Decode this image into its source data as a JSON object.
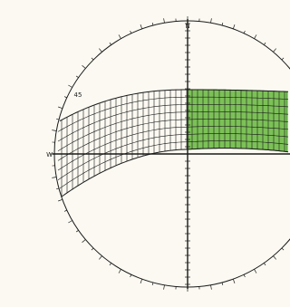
{
  "diagram": {
    "type": "stereonet",
    "labels": {
      "north": "N",
      "west": "W",
      "east": "",
      "south": "",
      "arc_mark": "45"
    },
    "colors": {
      "background": "#fbf9f1",
      "grid_line": "#1a1a1a",
      "highlight_fill": "#7cc157",
      "highlight_stroke": "#2f7a2f"
    }
  }
}
